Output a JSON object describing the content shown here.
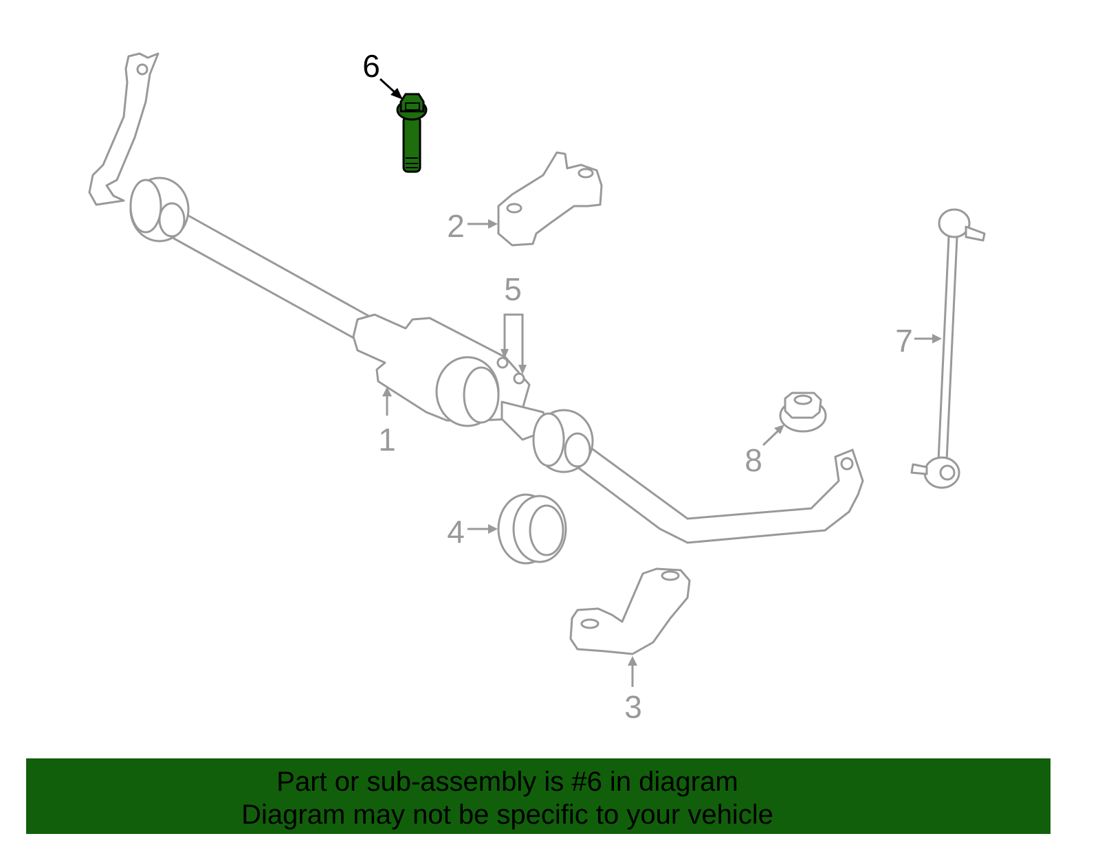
{
  "callouts": {
    "p1": "1",
    "p2": "2",
    "p3": "3",
    "p4": "4",
    "p5": "5",
    "p6": "6",
    "p7": "7",
    "p8": "8"
  },
  "highlighted_part": "6",
  "colors": {
    "highlight": "#1e6e0e",
    "banner": "#115f0b",
    "line": "#999999"
  },
  "banner": {
    "line1": "Part or sub-assembly is #6 in diagram",
    "line2": "Diagram may not be specific to your vehicle"
  }
}
